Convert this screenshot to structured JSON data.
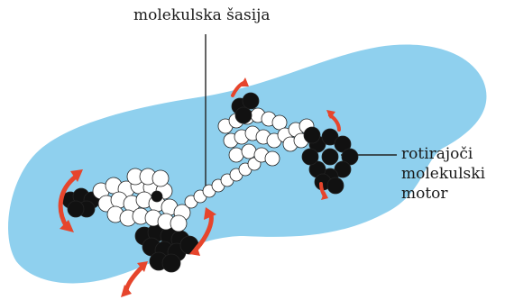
{
  "labels": {
    "chassis": "molekulska šasija",
    "motor_line1": "rotirajoči",
    "motor_line2": "molekulski",
    "motor_line3": "motor"
  },
  "colors": {
    "surface": "#8fd0ee",
    "atom_white": "#ffffff",
    "atom_black": "#111111",
    "arrow": "#e6452c",
    "line": "#222222"
  }
}
